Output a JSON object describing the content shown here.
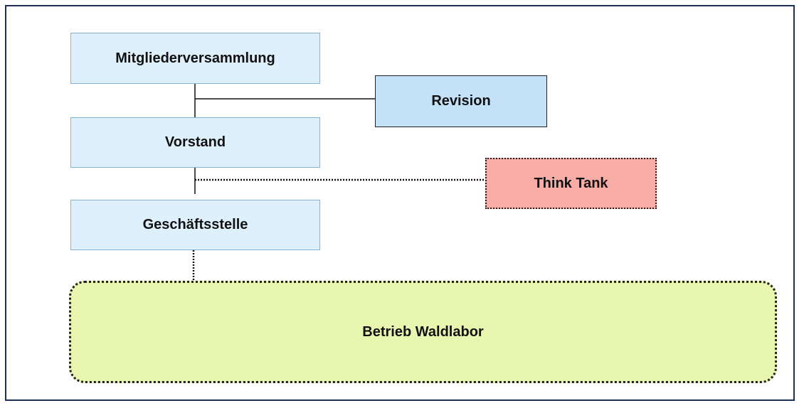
{
  "diagram": {
    "nodes": {
      "mitgliederversammlung": "Mitgliederversammlung",
      "revision": "Revision",
      "vorstand": "Vorstand",
      "think_tank": "Think Tank",
      "geschaeftsstelle": "Geschäftsstelle",
      "betrieb_waldlabor": "Betrieb Waldlabor"
    },
    "edges": [
      {
        "from": "mitgliederversammlung",
        "to": "vorstand",
        "style": "solid"
      },
      {
        "from": "mitgliederversammlung",
        "to": "revision",
        "style": "solid"
      },
      {
        "from": "vorstand",
        "to": "geschaeftsstelle",
        "style": "solid"
      },
      {
        "from": "vorstand",
        "to": "think_tank",
        "style": "dotted"
      },
      {
        "from": "geschaeftsstelle",
        "to": "betrieb_waldlabor",
        "style": "dotted"
      }
    ]
  },
  "colors": {
    "frame_border": "#1f2d5c",
    "org_box_fill": "#ddf0fc",
    "revision_fill": "#c3e2f7",
    "think_tank_fill": "#f7aca6",
    "betrieb_fill": "#e8f6b0"
  }
}
